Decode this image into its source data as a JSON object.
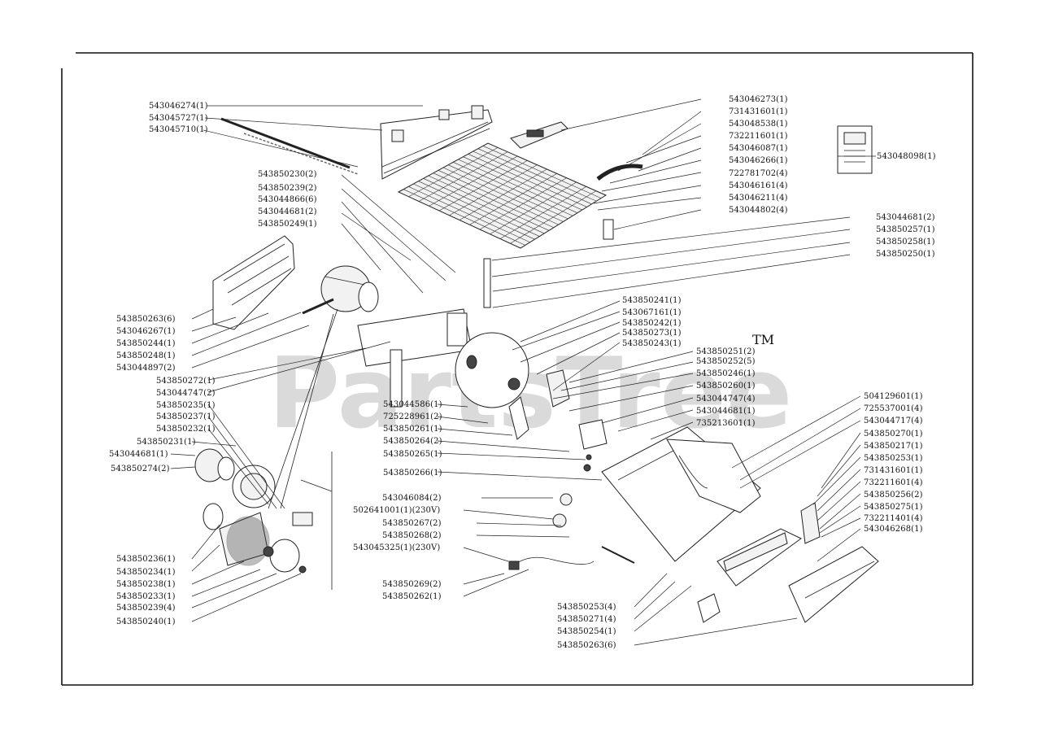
{
  "watermark": {
    "text": "PartsTree",
    "tm": "TM"
  },
  "labels": [
    "543046274(1)",
    "543045727(1)",
    "543045710(1)",
    "543046273(1)",
    "731431601(1)",
    "543048538(1)",
    "732211601(1)",
    "543046087(1)",
    "543046266(1)",
    "722781702(4)",
    "543046161(4)",
    "543046211(4)",
    "543044802(4)",
    "543048098(1)",
    "543850230(2)",
    "543850239(2)",
    "543044866(6)",
    "543044681(2)",
    "543850249(1)",
    "543044681(2)",
    "543850257(1)",
    "543850258(1)",
    "543850250(1)",
    "543850263(6)",
    "543046267(1)",
    "543850244(1)",
    "543850248(1)",
    "543044897(2)",
    "543850241(1)",
    "543067161(1)",
    "543850242(1)",
    "543850273(1)",
    "543850243(1)",
    "543850251(2)",
    "543850252(5)",
    "543850246(1)",
    "543850260(1)",
    "543044747(4)",
    "543044681(1)",
    "735213601(1)",
    "543850272(1)",
    "543044747(2)",
    "543850235(1)",
    "543850237(1)",
    "543850232(1)",
    "543850231(1)",
    "543044681(1)",
    "543850274(2)",
    "543044586(1)",
    "725228961(2)",
    "543850261(1)",
    "543850264(2)",
    "543850265(1)",
    "543850266(1)",
    "504129601(1)",
    "725537001(4)",
    "543044717(4)",
    "543850270(1)",
    "543850217(1)",
    "543850253(1)",
    "731431601(1)",
    "732211601(4)",
    "543850256(2)",
    "543850275(1)",
    "732211401(4)",
    "543046268(1)",
    "543046084(2)",
    "502641001(1)(230V)",
    "543850267(2)",
    "543850268(2)",
    "543045325(1)(230V)",
    "543850236(1)",
    "543850234(1)",
    "543850238(1)",
    "543850233(1)",
    "543850239(4)",
    "543850240(1)",
    "543850269(2)",
    "543850262(1)",
    "543850253(4)",
    "543850271(4)",
    "543850254(1)",
    "543850263(6)"
  ]
}
